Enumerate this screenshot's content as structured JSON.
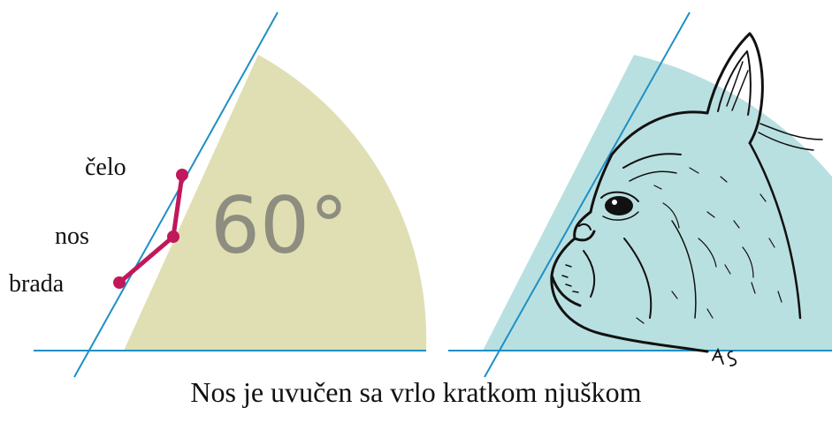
{
  "diagram": {
    "angle_label": "60°",
    "points": {
      "forehead": "čelo",
      "nose": "nos",
      "chin": "brada"
    },
    "caption": "Nos je uvučen sa vrlo kratkom njuškom",
    "artist_signature": "AS",
    "colors": {
      "angle_sector_left": "#dfdfb3",
      "angle_sector_right": "#b9e0e0",
      "lines": "#1f8fc6",
      "profile_marker": "#c0185a",
      "angle_text": "#8d8d80"
    }
  }
}
